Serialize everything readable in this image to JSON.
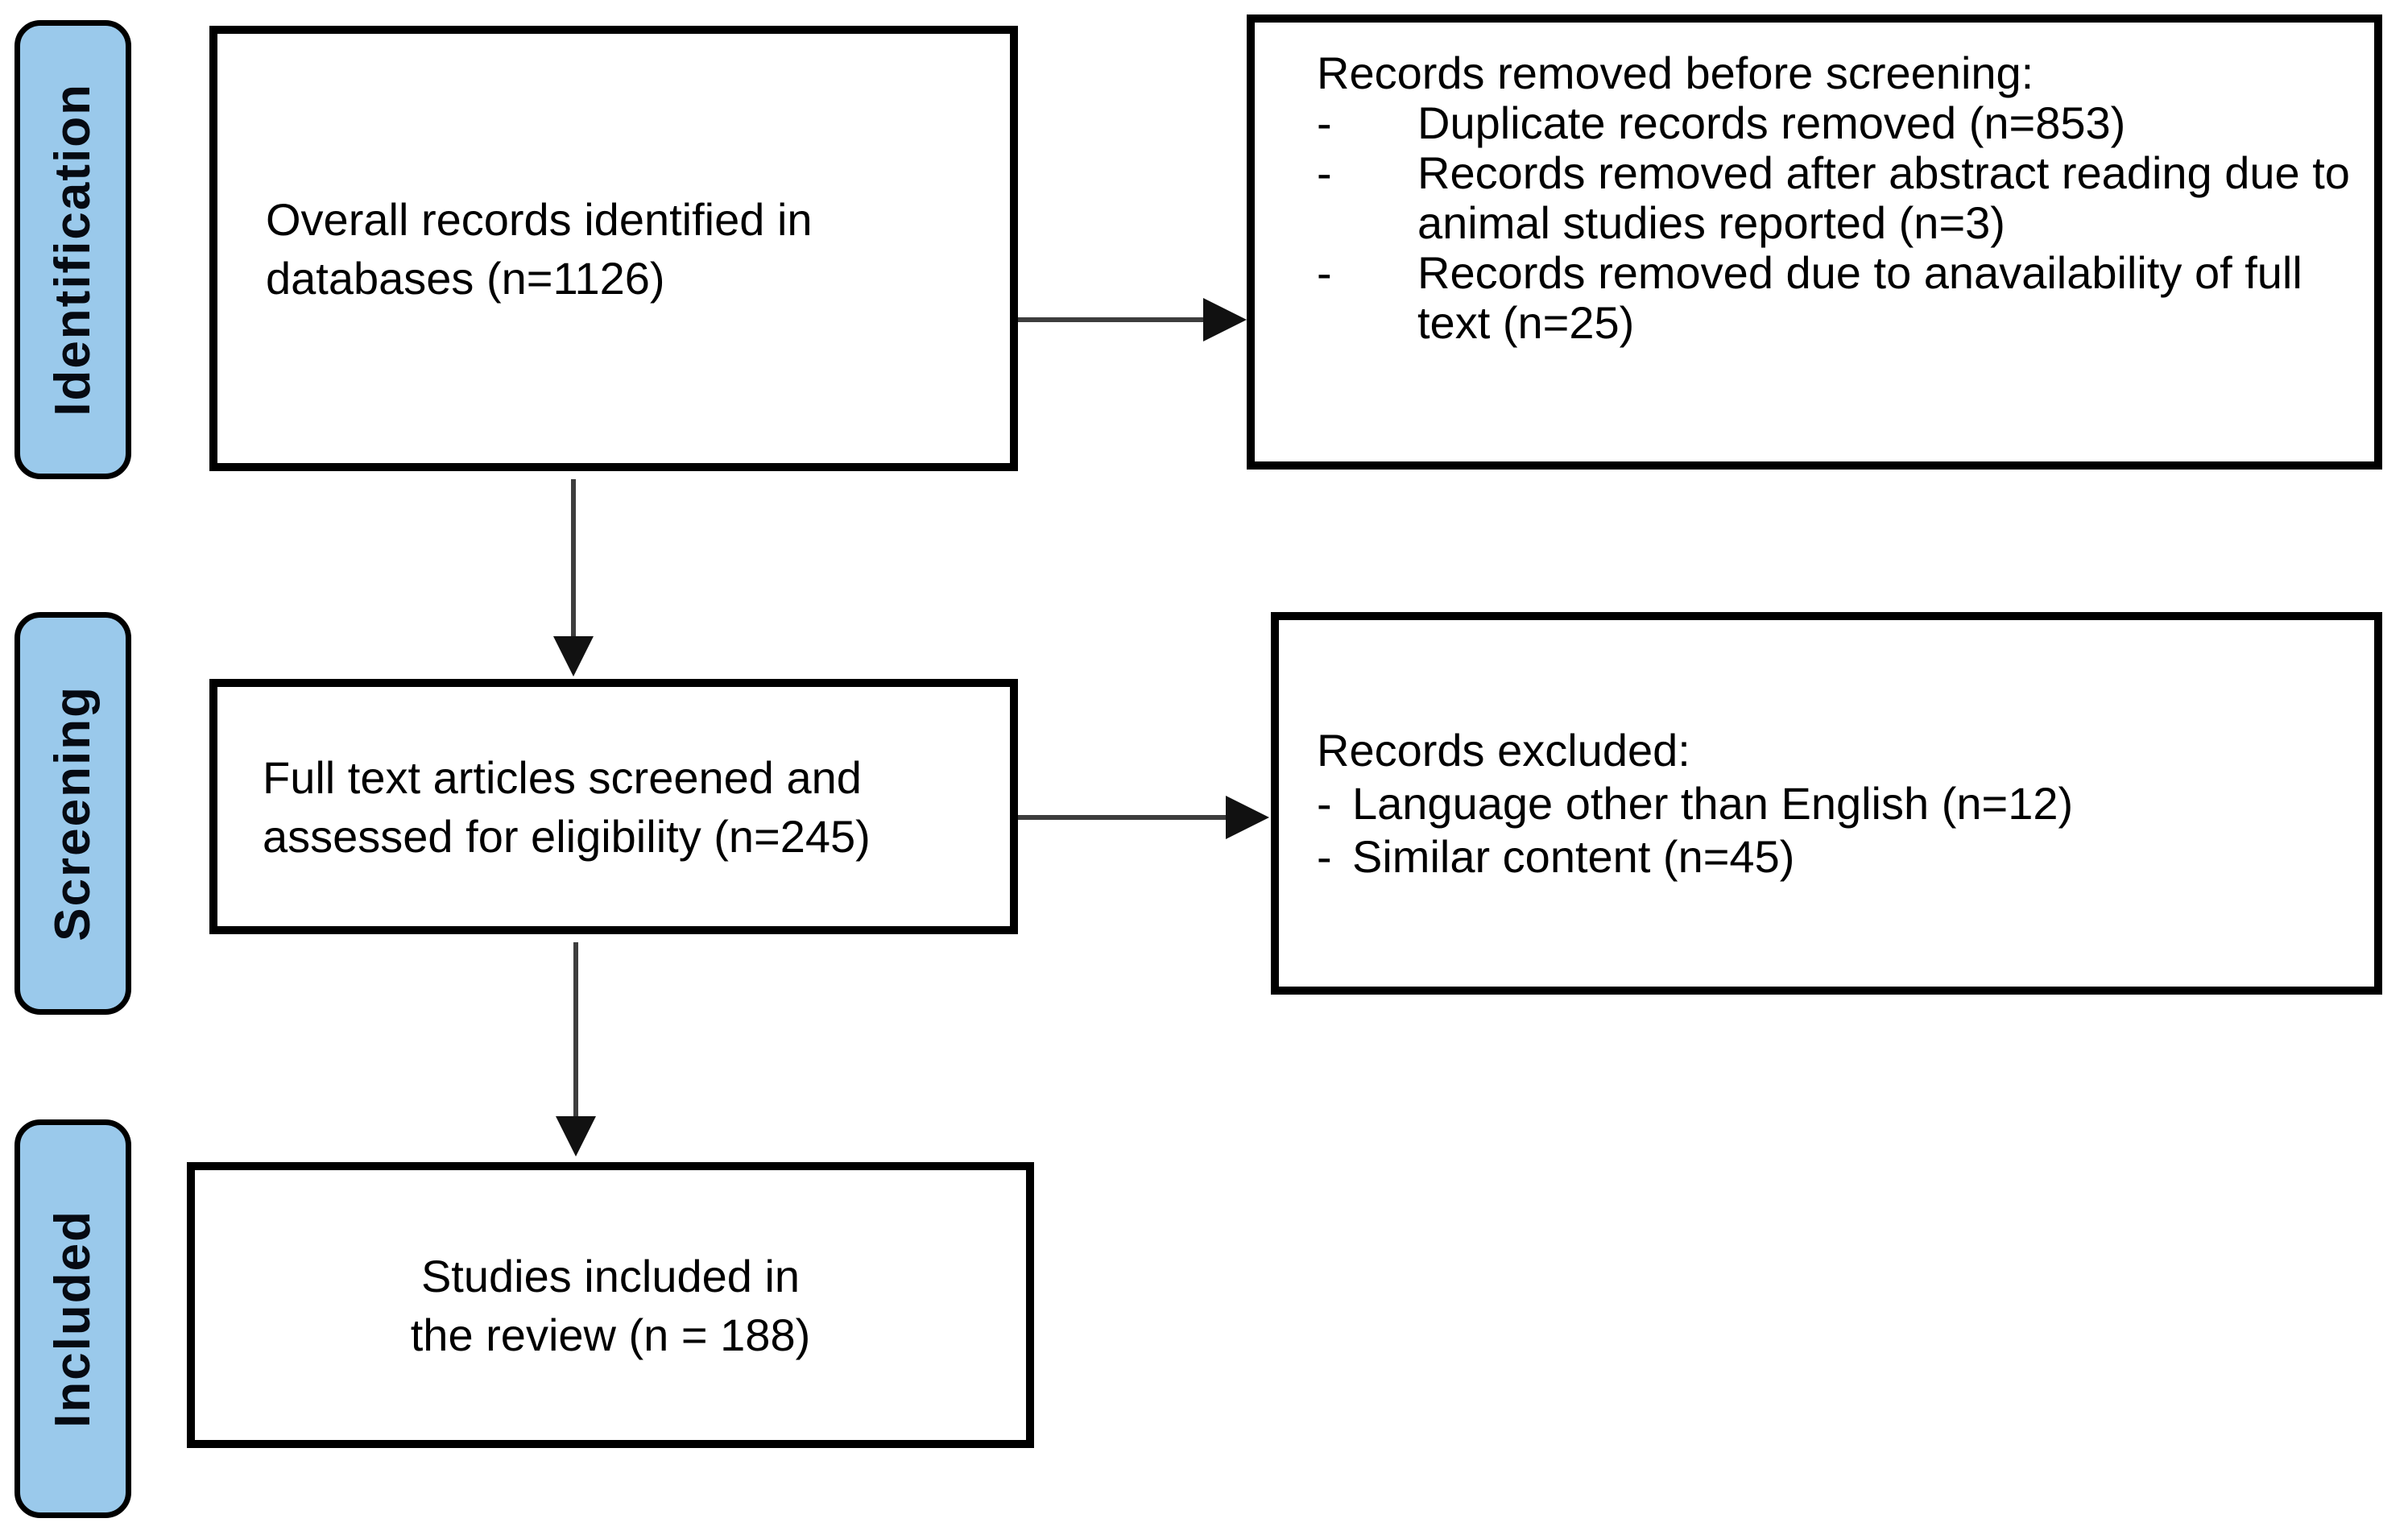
{
  "palette": {
    "background": "#ffffff",
    "chip_fill": "#9AC9EB",
    "chip_border": "#000000",
    "chip_text": "#060a12",
    "box_border": "#000000",
    "box_text": "#000000",
    "arrow_line": "#3d3d3d",
    "arrow_head": "#111111"
  },
  "sidebar": {
    "stages": [
      {
        "label": "Identification"
      },
      {
        "label": "Screening"
      },
      {
        "label": "Included"
      }
    ]
  },
  "flow": {
    "identified_box": {
      "line1": "Overall records identified in",
      "line2": "databases (n=1126)"
    },
    "removed_box": {
      "title": "Records removed before screening:",
      "bullets": [
        {
          "marker": "-",
          "text": "Duplicate records removed (n=853)"
        },
        {
          "marker": "-",
          "text": "Records removed after abstract reading due to animal studies reported (n=3)"
        },
        {
          "marker": "-",
          "text": "Records removed due to anavailability of full text (n=25)"
        }
      ]
    },
    "screened_box": {
      "line1": "Full text articles screened and",
      "line2": "assessed for eligibility (n=245)"
    },
    "excluded_box": {
      "title": "Records excluded:",
      "bullets": [
        {
          "marker": "-",
          "text": "Language other than English (n=12)"
        },
        {
          "marker": "-",
          "text": "Similar content (n=45)"
        }
      ]
    },
    "included_box": {
      "line1": "Studies included in",
      "line2": "the review (n = 188)"
    }
  }
}
